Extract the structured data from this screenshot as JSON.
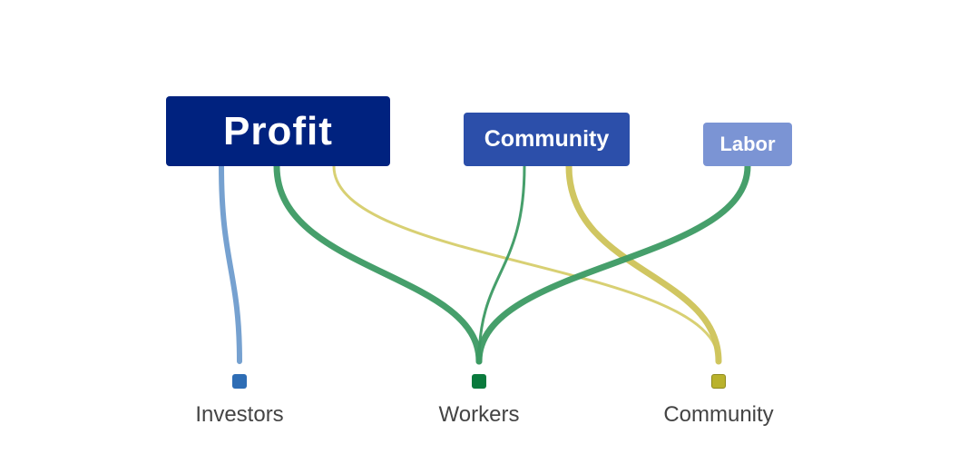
{
  "diagram": {
    "sources": [
      {
        "label": "Profit",
        "color": "#00227f"
      },
      {
        "label": "Community",
        "color": "#2c4faa"
      },
      {
        "label": "Labor",
        "color": "#7b94d4"
      }
    ],
    "targets": [
      {
        "label": "Investors",
        "color": "#2e6db5"
      },
      {
        "label": "Workers",
        "color": "#0a7a3d"
      },
      {
        "label": "Community",
        "color": "#b9b22c"
      }
    ],
    "flows": [
      {
        "from": "Profit",
        "to": "Investors",
        "color": "#6f9ccd",
        "weight": "medium"
      },
      {
        "from": "Profit",
        "to": "Workers",
        "color": "#3c9a63",
        "weight": "heavy"
      },
      {
        "from": "Profit",
        "to": "Community",
        "color": "#d6cd6c",
        "weight": "light"
      },
      {
        "from": "Community",
        "to": "Workers",
        "color": "#3c9a63",
        "weight": "light"
      },
      {
        "from": "Community",
        "to": "Community",
        "color": "#cdc358",
        "weight": "heavy"
      },
      {
        "from": "Labor",
        "to": "Workers",
        "color": "#3c9a63",
        "weight": "heavy"
      }
    ]
  }
}
